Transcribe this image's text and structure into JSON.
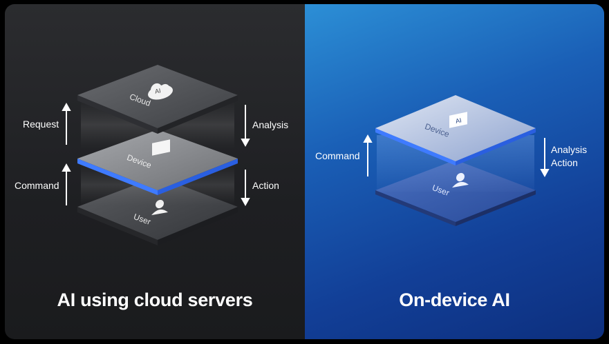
{
  "left_panel": {
    "title": "AI using cloud servers",
    "layers": {
      "cloud": "Cloud",
      "device": "Device",
      "user": "User",
      "cloud_badge": "AI"
    },
    "labels": {
      "request": "Request",
      "command": "Command",
      "analysis": "Analysis",
      "action": "Action"
    }
  },
  "right_panel": {
    "title": "On-device AI",
    "layers": {
      "device": "Device",
      "user": "User",
      "device_badge": "AI"
    },
    "labels": {
      "command": "Command",
      "analysis": "Analysis",
      "action": "Action"
    }
  },
  "colors": {
    "accent_blue": "#3f7bff",
    "left_bg": "#232427",
    "right_bg": "#1a5fb6"
  }
}
